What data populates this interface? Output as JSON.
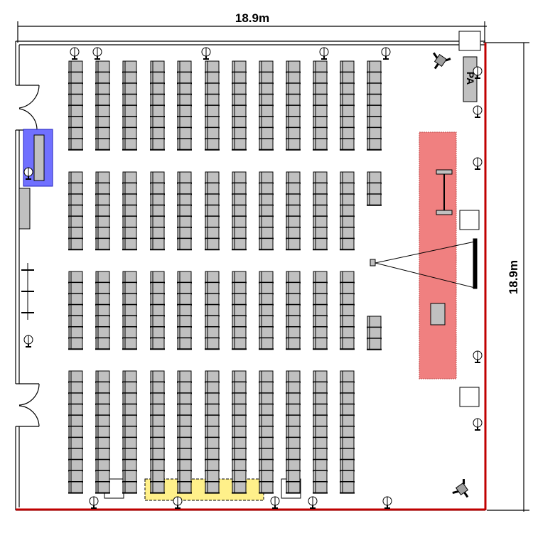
{
  "dimensions": {
    "width_label": "18.9m",
    "height_label": "18.9m"
  },
  "pa_label": "PA",
  "colors": {
    "stage": "#f08080",
    "chair": "#c0c0c0",
    "blue_table": "#7070ff",
    "yellow_area": "#fff08a",
    "red_wall": "#c00000"
  }
}
